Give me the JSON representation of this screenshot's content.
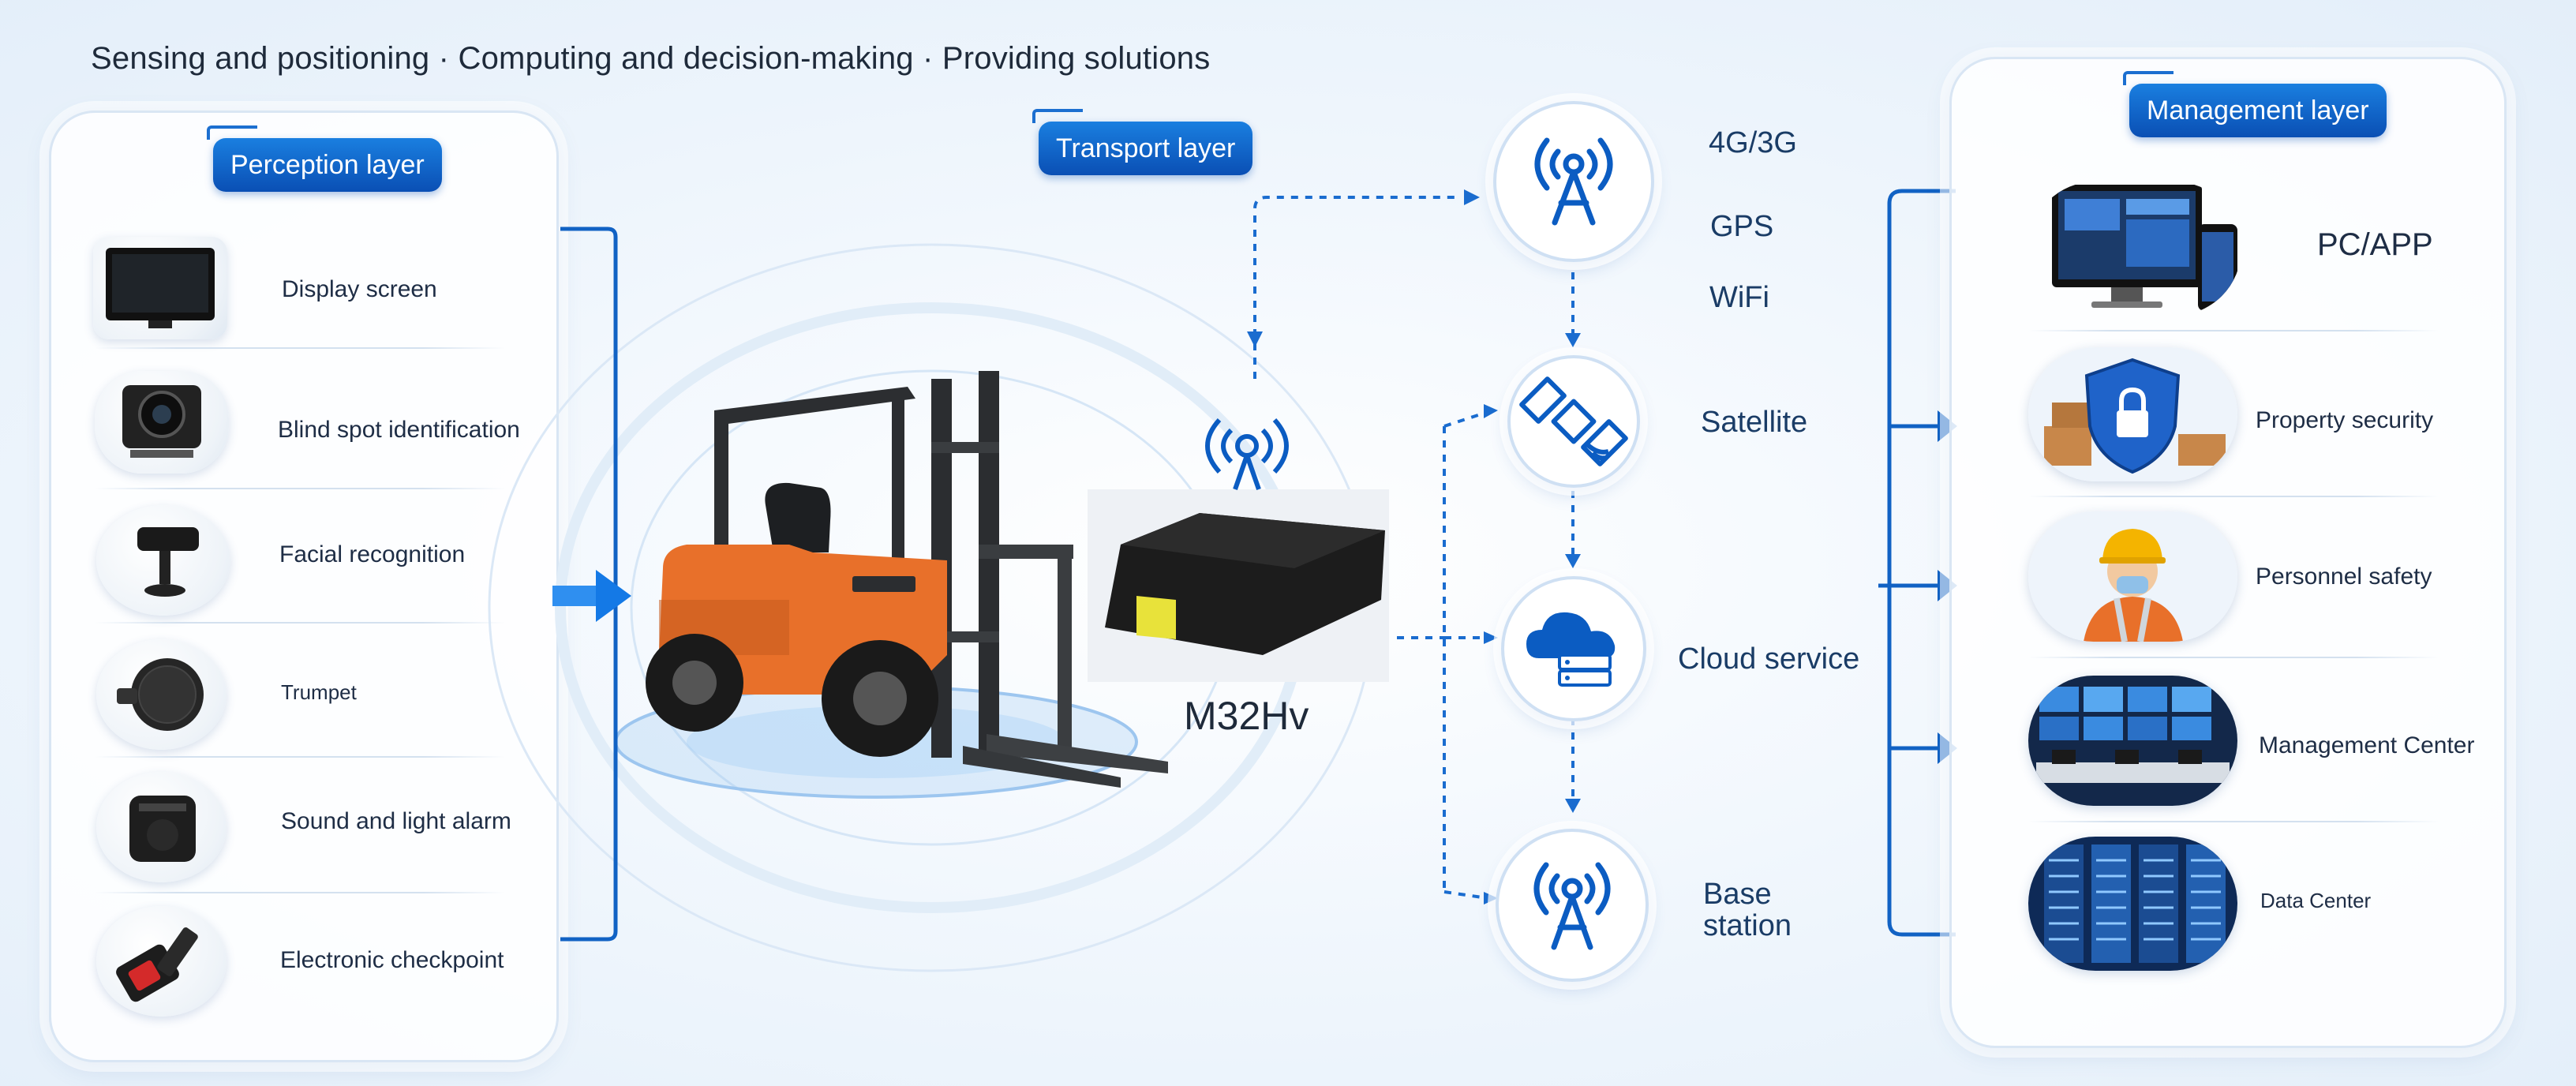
{
  "headline": "Sensing and positioning · Computing and decision-making · Providing solutions",
  "perception": {
    "title": "Perception layer",
    "items": [
      {
        "label": "Display screen",
        "icon": "display-screen-icon"
      },
      {
        "label": "Blind spot identification",
        "icon": "camera-icon"
      },
      {
        "label": "Facial recognition",
        "icon": "face-recognition-camera-icon"
      },
      {
        "label": "Trumpet",
        "icon": "speaker-icon"
      },
      {
        "label": "Sound and light alarm",
        "icon": "alarm-icon"
      },
      {
        "label": "Electronic checkpoint",
        "icon": "seatbelt-icon"
      }
    ]
  },
  "transport": {
    "title": "Transport layer",
    "device_label": "M32Hv",
    "networks": [
      {
        "labels": [
          "4G/3G",
          "GPS",
          "WiFi"
        ],
        "icon": "antenna-tower-icon"
      },
      {
        "labels": [
          "Satellite"
        ],
        "icon": "satellite-icon"
      },
      {
        "labels": [
          "Cloud service"
        ],
        "icon": "cloud-server-icon"
      },
      {
        "labels": [
          "Base",
          "station"
        ],
        "icon": "antenna-tower-icon"
      }
    ]
  },
  "management": {
    "title": "Management layer",
    "items": [
      {
        "label": "PC/APP",
        "icon": "pc-app-icon"
      },
      {
        "label": "Property security",
        "icon": "shield-lock-icon"
      },
      {
        "label": "Personnel safety",
        "icon": "worker-icon"
      },
      {
        "label": "Management Center",
        "icon": "control-room-icon"
      },
      {
        "label": "Data Center",
        "icon": "server-rack-icon"
      }
    ]
  },
  "colors": {
    "accent": "#0b5cc2",
    "badge": "#0a4fb4",
    "forklift_orange": "#e8702a",
    "device_black": "#1c1c1c",
    "device_yellow": "#e8e23a"
  }
}
